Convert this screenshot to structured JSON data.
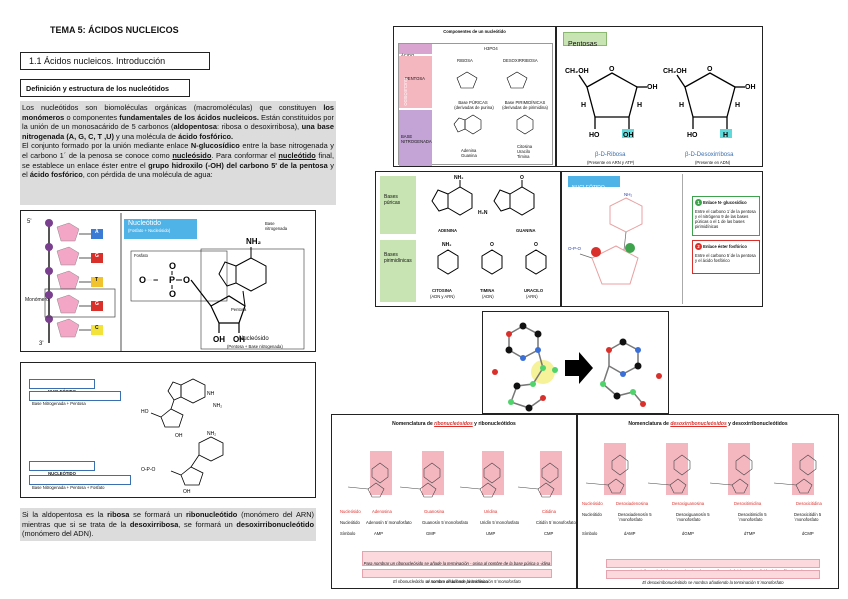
{
  "page": {
    "title": "TEMA 5: ÁCIDOS NUCLEICOS",
    "section": "1.1 Ácidos nucleicos. Introducción",
    "subsection": "Definición y estructura de los nucleótidos"
  },
  "intro_paragraph": {
    "p1_a": "Los nucleótidos son biomoléculas orgánicas (macromoléculas) que constituyen ",
    "p1_b": "los monómeros",
    "p1_c": " o componentes ",
    "p1_d": "fundamentales de los ácidos nucleicos.",
    "p1_e": " Están constituidos por la unión de un monosacárido de 5 carbonos (",
    "p1_f": "aldopentosa",
    "p1_g": ": ribosa o desoxirribosa), ",
    "p1_h": "una base nitrogenada (A, G, C, T ,U)",
    "p1_i": " y una molécula de ",
    "p1_j": "ácido fosfórico.",
    "p2_a": "El conjunto formado por la unión mediante enlace ",
    "p2_b": "N-glucosídico",
    "p2_c": " entre la base nitrogenada y el carbono 1´ de la penosa se conoce como ",
    "p2_d": "nucleósido",
    "p2_e": ". Para conformar el ",
    "p2_f": "nucleótido",
    "p2_g": " final, se establece un enlace éster entre el ",
    "p2_h": "grupo hidroxilo (-OH) del carbono 5' de la pentosa",
    "p2_i": " y el ",
    "p2_j": "ácido fosfórico",
    "p2_k": ", con pérdida de una molécula de agua:"
  },
  "chain_figure": {
    "label_5": "5'",
    "label_3": "3'",
    "monomer_label": "Monómero",
    "base_letters": [
      "A",
      "G",
      "T",
      "G",
      "C"
    ],
    "base_colors": [
      "#3a7bd5",
      "#d9302c",
      "#f2c12e",
      "#d9302c",
      "#f2e23a"
    ],
    "nucleotide_header": "Nucleótido",
    "nucleotide_sub": "(Fosfato + Nucleósido)",
    "base_label": "Base nitrogenada",
    "phosphate_label": "Fosfato",
    "pentose_label": "Pentosa",
    "nucleoside_label": "Nucleósido",
    "nucleoside_sub": "(Pentosa + Base nitrogenada)"
  },
  "nucleoside_box": {
    "title1": "NUCLEÓSIDO",
    "desc1": "Base Nitrogenada + Pentosa",
    "title2": "NUCLEÓTIDO",
    "desc2": "Base Nitrogenada + Pentosa + Fosfato"
  },
  "ribose_paragraph": {
    "a": "Si la aldopentosa es la ",
    "b": "ribosa",
    "c": " se formará un ",
    "d": "ribonucleótido",
    "e": " (monómero del ARN) mientras que si se trata de la ",
    "f": "desoxirribosa",
    "g": ", se formará un ",
    "h": "desoxirribonucleótido",
    "i": " (monómero del ADN)."
  },
  "components_table": {
    "title": "Componentes de un nucleótido",
    "row1_label": "ÁCIDO FOSFÓRICO",
    "row1_value": "H3PO4",
    "row2_label": "PENTOSA",
    "ribosa": "RIBOSA",
    "desoxirribosa": "DESOXIRRIBOSA",
    "side_label": "NUCLEÓSIDO",
    "row3_label": "BASE NITROGENADA",
    "purine_title": "Base PÚRICAS",
    "purine_sub": "(derivadas de purina)",
    "pyr_title": "Base PIRIMIDÍNICAS",
    "pyr_sub": "(derivadas de pirimidina)",
    "purines": "Adenina\nGuanina",
    "pyrimidines": "Citosina\nUracilo\nTimina"
  },
  "pentoses": {
    "tag": "Pentosas",
    "ribose_name": "β-D-Ribosa",
    "ribose_sub": "(Presente en ARN y ATP)",
    "deoxy_name": "β-D-Desoxirribosa",
    "deoxy_sub": "(Presente en ADN)"
  },
  "bases": {
    "purine_label": "Bases púricas",
    "pyr_label": "Bases pirimidínicas",
    "adenina": "ADENINA",
    "guanina": "GUANINA",
    "citosina": "CITOSINA",
    "citosina_sub": "(ADN y ARN)",
    "timina": "TIMINA",
    "timina_sub": "(ADN)",
    "uracilo": "URACILO",
    "uracilo_sub": "(ARN)"
  },
  "nucleotide_bonds": {
    "tag": "NUCLEÓTIDO",
    "bond1_num": "1",
    "bond1_title": "Enlace N- glucosídico",
    "bond1_text": "Entre el carbono 1´de la pentosa y el nitrógeno 9 de las bases púricas o el 1 de las bases pirimidínicas",
    "bond2_num": "2",
    "bond2_title": "Enlace éster fosfórico",
    "bond2_text": "Entre el carbono 5´de la pentosa y el ácido fosfórico"
  },
  "nomen_ribo": {
    "title_a": "Nomenclatura de ",
    "title_b": "ribonucleósidos",
    "title_c": " y ribonucleótidos",
    "row_nucleosido": "Nucleósido",
    "row_nucleotido": "Nucleótido",
    "row_simbolo": "Símbolo",
    "nucleosides": [
      "Adenosina",
      "Guanosina",
      "Uridina",
      "Citidina"
    ],
    "nucleotides": [
      "Adenosín 5´monofosfato",
      "Guanosín 5´monofosfato",
      "Uridín 5´monofosfato",
      "Citidín 5´monofosfato"
    ],
    "symbols": [
      "AMP",
      "GMP",
      "UMP",
      "CMP"
    ],
    "note1": "Para nombrar un ribonucleósido se añade la terminación - osina al nombre de la base púrica o -idina al nombre de la base pirimidínica",
    "note2": "El ribonucleótido se nombra añadiendo la terminación 5´monofosfato"
  },
  "nomen_deoxy": {
    "title_a": "Nomenclatura de ",
    "title_b": "desoxirribonucleósidos",
    "title_c": " y desoxirribonucleótidos",
    "row_nucleosido": "Nucleósido",
    "row_nucleotido": "Nucleótido",
    "row_simbolo": "Símbolo",
    "nucleosides": [
      "Desoxiadenosina",
      "Desoxiguanosina",
      "Desoxitimidina",
      "Desoxicitidina"
    ],
    "nucleotides": [
      "Desoxiadenosín 5´monofosfato",
      "Desoxiguanosín 5´monofosfato",
      "Desoxitimidín 5´monofosfato",
      "Desoxicitidín 5´monofosfato"
    ],
    "symbols": [
      "dAMP",
      "dGMP",
      "dTMP",
      "dCMP"
    ],
    "note1": "Un desoxirribonucleósido se nombra igual que un ribonucleósido con la adición del prefijo desoxi-",
    "note2": "El desoxirribonucleótido se nombra añadiendo la terminación 5´monofosfato"
  },
  "colors": {
    "pink": "#f4b6bf",
    "green_tag": "#c9e4b3",
    "blue_tag": "#4fb3e8",
    "purple": "#9d6fa8"
  }
}
